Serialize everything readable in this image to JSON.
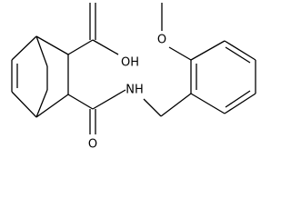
{
  "colors": {
    "bond": "#000000",
    "background": "#ffffff"
  },
  "atoms": {
    "methoxy_o": "O",
    "acid_oh": "OH",
    "amide_nh": "NH",
    "amide_o": "O"
  }
}
